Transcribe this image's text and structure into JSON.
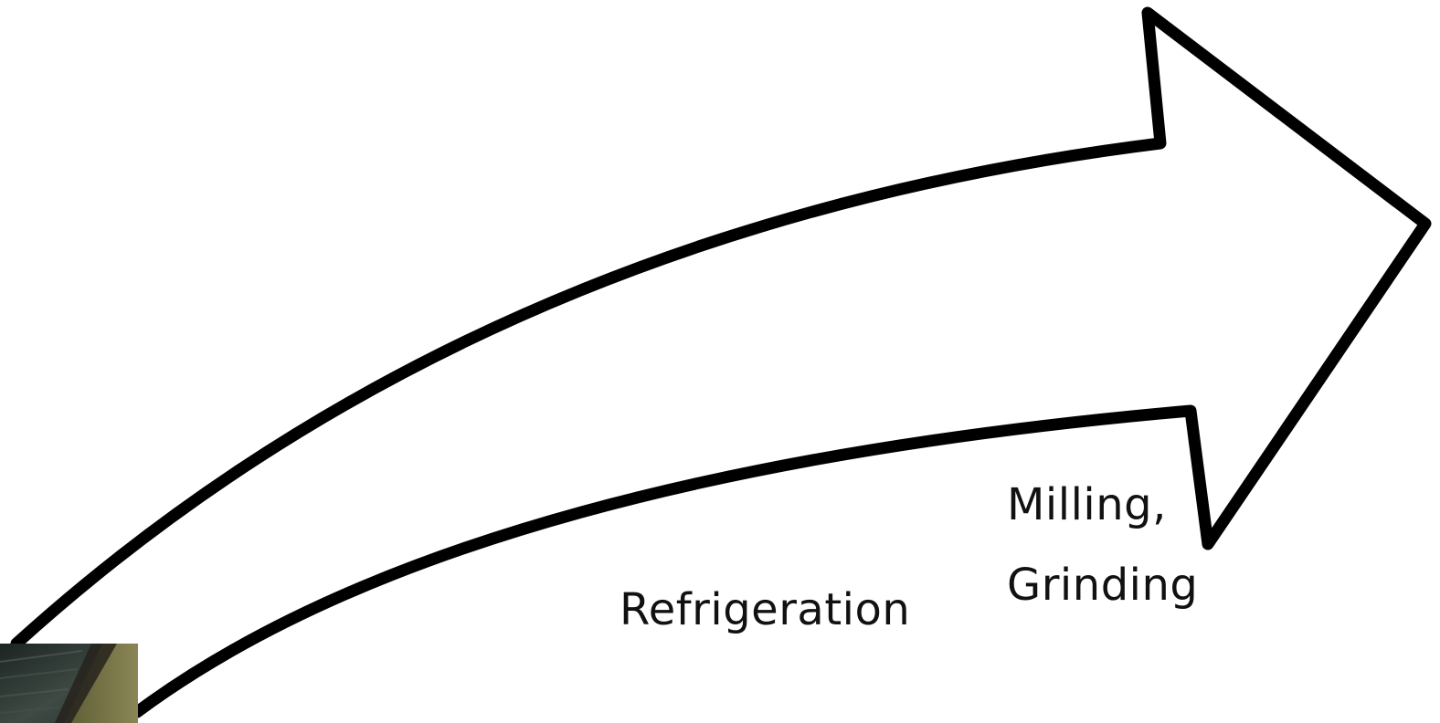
{
  "diagram": {
    "arrow": {
      "stroke": "#000000",
      "fill": "#ffffff"
    },
    "labels": {
      "refrigeration": "Refrigeration",
      "milling_line1": "Milling,",
      "milling_line2": "Grinding"
    },
    "photo": {
      "colors": {
        "dark": "#1c2422",
        "mid": "#3f4a44",
        "olive": "#6b6a3a",
        "light": "#8a8656"
      }
    }
  }
}
